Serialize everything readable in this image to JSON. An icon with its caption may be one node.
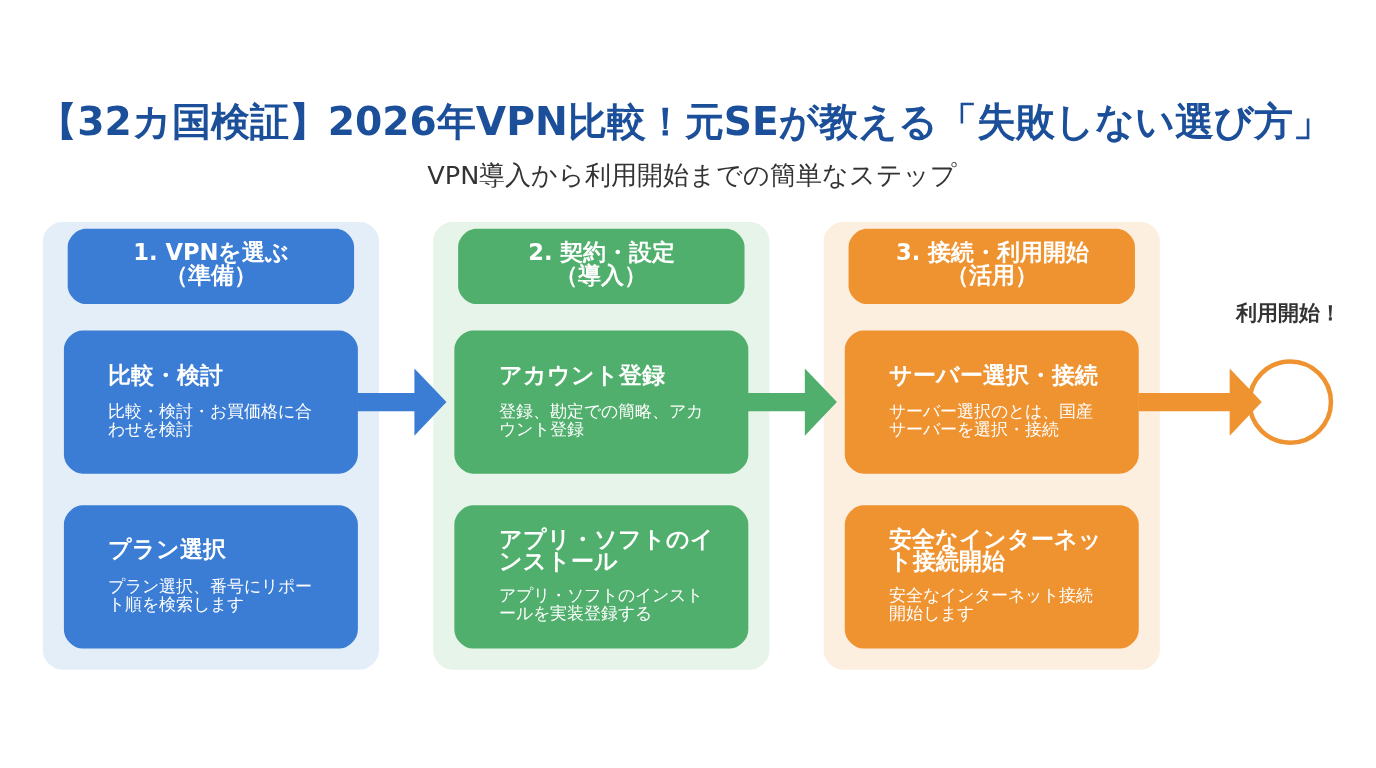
{
  "diagram": {
    "title": "【32カ国検証】2026年VPN比較！元SEが教える「失敗しない選び方」",
    "caption": "VPN導入から利用開始までの簡単なステップ",
    "nodes": [
      {
        "text": [
          "1. VPNを選ぶ",
          "（準備）"
        ]
      },
      {
        "text": [
          "比較・検討",
          "比較・検討・お買価格に合わせを検討"
        ],
        "in": 0
      },
      {
        "text": [
          "プラン選択",
          "プラン選択、番号にリポート順を検索します"
        ],
        "in": 0
      },
      {
        "text": [
          "2. 契約・設定",
          "（導入）"
        ]
      },
      {
        "text": [
          "アカウント登録",
          "登録、勘定での簡略、アカウント登録"
        ],
        "in": 3
      },
      {
        "text": [
          "アプリ・ソフトのインストール",
          "アプリ・ソフトのインストールを実装登録する"
        ],
        "in": 3
      },
      {
        "text": [
          "3. 接続・利用開始",
          "（活用）"
        ]
      },
      {
        "text": [
          "サーバー選択・接続",
          "サーバー選択のとは、国産サーバーを選択・接続"
        ],
        "in": 6
      },
      {
        "text": [
          "安全なインターネット接続開始",
          "安全なインターネット接続開始します"
        ],
        "in": 6
      },
      {
        "text": [],
        "shape": "circle",
        "beside": [
          "利用開始！"
        ]
      }
    ],
    "edges": [
      {
        "from": 1,
        "to": 3,
        "arrow": "to",
        "color": "#3b7dd4"
      },
      {
        "from": 4,
        "to": 6,
        "arrow": "to",
        "color": "#50af6c"
      },
      {
        "from": 7,
        "to": 9,
        "arrow": "to",
        "color": "#ef9331"
      }
    ]
  }
}
